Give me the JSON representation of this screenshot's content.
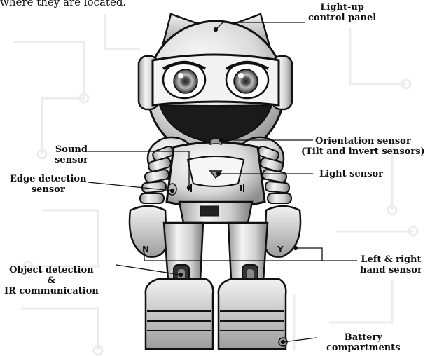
{
  "intro_text": "where they are located.",
  "labels": {
    "control_panel": [
      "Light-up",
      "control panel"
    ],
    "sound_sensor": [
      "Sound",
      "sensor"
    ],
    "orientation_sensor": [
      "Orientation sensor",
      "(Tilt and invert sensors)"
    ],
    "edge_detection": [
      "Edge detection",
      "sensor"
    ],
    "light_sensor": [
      "Light sensor"
    ],
    "hand_sensor": [
      "Left & right",
      "hand  sensor"
    ],
    "object_detection": [
      "Object detection",
      "&",
      "IR communication"
    ],
    "battery": [
      "Battery",
      "compartments"
    ]
  },
  "robot_markings": {
    "left_hand": "N",
    "right_hand": "Y"
  },
  "colors": {
    "line": "#111111",
    "background": "#ffffff",
    "circuit": "#ececec",
    "metal_light": "#e6e6e6",
    "metal_dark": "#8a8a8a"
  }
}
